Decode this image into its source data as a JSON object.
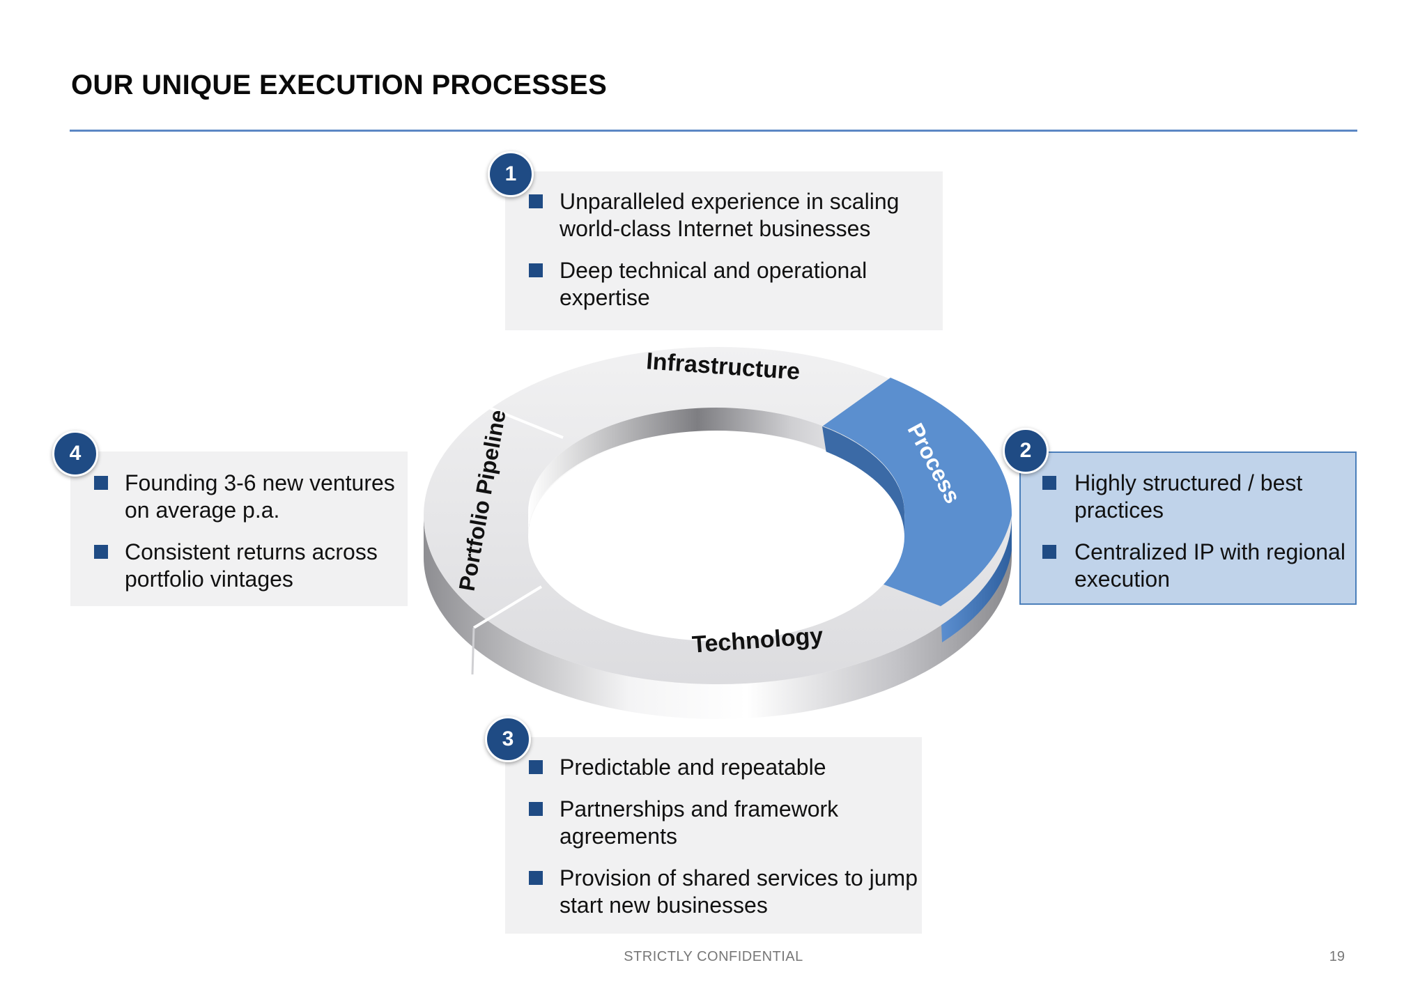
{
  "title": "OUR UNIQUE EXECUTION PROCESSES",
  "ring": {
    "segments": {
      "infrastructure": "Infrastructure",
      "process": "Process",
      "technology": "Technology",
      "portfolio_pipeline": "Portfolio Pipeline"
    },
    "highlighted_segment": "Process",
    "colors": {
      "highlight": "#5b8fcf",
      "base": "#e6e6e8"
    }
  },
  "boxes": [
    {
      "number": "1",
      "items": [
        "Unparalleled experience in scaling world-class Internet businesses",
        "Deep technical and operational expertise"
      ]
    },
    {
      "number": "2",
      "items": [
        "Highly structured / best practices",
        "Centralized IP with regional execution"
      ]
    },
    {
      "number": "3",
      "items": [
        "Predictable and repeatable",
        "Partnerships and framework agreements",
        "Provision of shared services to jump start new businesses"
      ]
    },
    {
      "number": "4",
      "items": [
        "Founding 3-6 new ventures on average p.a.",
        "Consistent returns across portfolio vintages"
      ]
    }
  ],
  "colors": {
    "accent": "#1f4b84",
    "rule": "#5b87c4",
    "box_bg": "#f1f1f2",
    "highlight_box_bg": "#c0d3ea"
  },
  "footer": {
    "confidential": "STRICTLY CONFIDENTIAL",
    "page_number": "19"
  }
}
